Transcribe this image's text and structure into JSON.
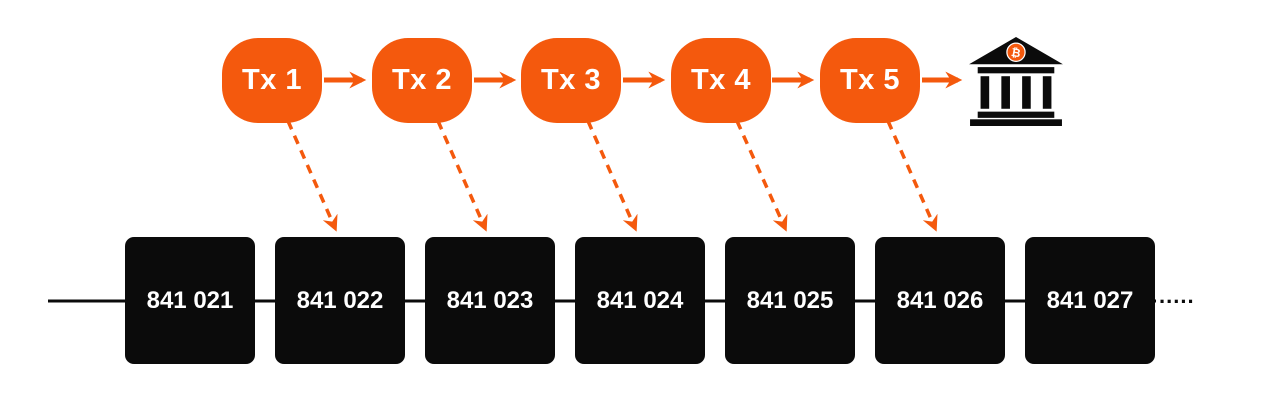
{
  "diagram": {
    "colors": {
      "accent": "#F4590D",
      "block_fill": "#0B0B0B",
      "label_text": "#FFFFFF"
    },
    "transactions": [
      {
        "label": "Tx 1"
      },
      {
        "label": "Tx 2"
      },
      {
        "label": "Tx 3"
      },
      {
        "label": "Tx 4"
      },
      {
        "label": "Tx 5"
      }
    ],
    "bank": {
      "icon": "bank-icon",
      "symbol": "₿"
    },
    "blocks": [
      {
        "label": "841 021"
      },
      {
        "label": "841 022"
      },
      {
        "label": "841 023"
      },
      {
        "label": "841 024"
      },
      {
        "label": "841 025"
      },
      {
        "label": "841 026"
      },
      {
        "label": "841 027"
      }
    ],
    "ellipsis": "....."
  }
}
